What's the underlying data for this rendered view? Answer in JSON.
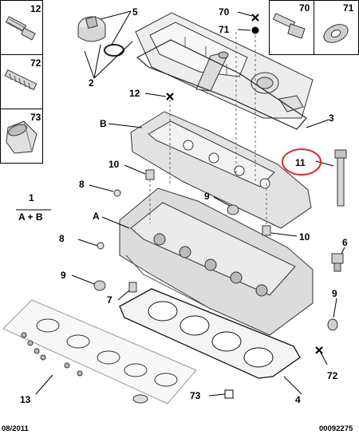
{
  "labels": {
    "box_tl_top": "12",
    "box_tl_mid": "72",
    "box_tl_bot": "73",
    "box_tr_left": "70",
    "box_tr_right": "71",
    "ref_5": "5",
    "ref_2": "2",
    "ref_70": "70",
    "ref_71": "71",
    "ref_12": "12",
    "ref_3": "3",
    "ref_b": "B",
    "ref_11": "11",
    "ref_10a": "10",
    "ref_8a": "8",
    "ref_1": "1",
    "ref_ab": "A + B",
    "ref_9a": "9",
    "ref_a": "A",
    "ref_8b": "8",
    "ref_10b": "10",
    "ref_6": "6",
    "ref_9b": "9",
    "ref_7": "7",
    "ref_9c": "9",
    "ref_72": "72",
    "ref_13": "13",
    "ref_73": "73",
    "ref_4": "4"
  },
  "footer": {
    "date": "08/2011",
    "code": "00092275"
  },
  "colors": {
    "line": "#000000",
    "highlight_circle": "#e0262e",
    "part_fill": "#e9e9e9",
    "part_stroke": "#333333"
  }
}
